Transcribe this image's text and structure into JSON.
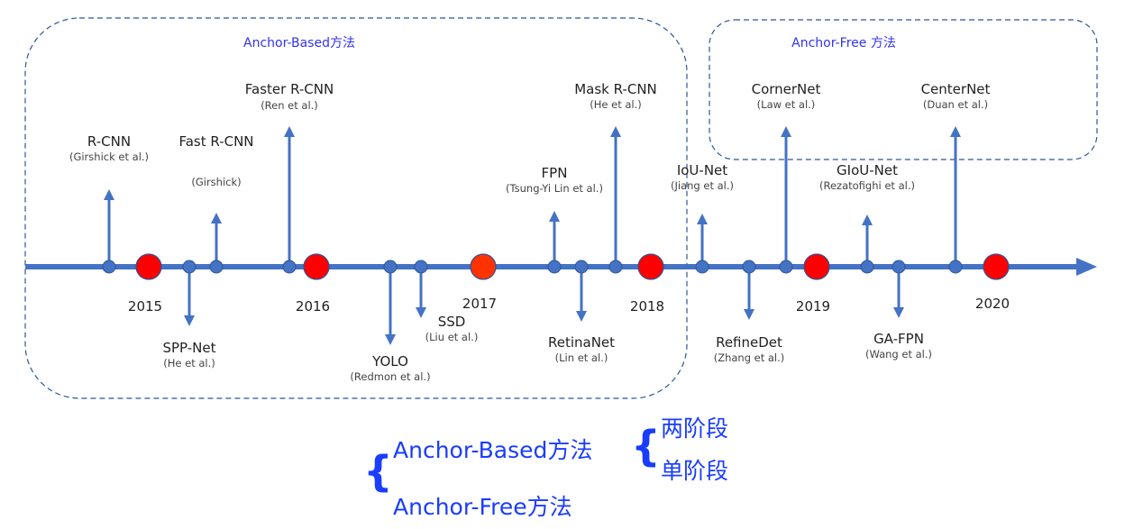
{
  "regions": [
    {
      "id": "anchor-based",
      "title": "Anchor-Based方法"
    },
    {
      "id": "anchor-free",
      "title": "Anchor-Free 方法"
    }
  ],
  "timeline": {
    "years": [
      "2015",
      "2016",
      "2017",
      "2018",
      "2019",
      "2020"
    ],
    "year_colors": [
      "#ff0000",
      "#ff0000",
      "#ff3300",
      "#ff0000",
      "#ff0000",
      "#ff0000"
    ],
    "line_color": "#4472c4",
    "events": [
      {
        "name": "R-CNN",
        "author": "(Girshick et al.)",
        "direction": "up",
        "size": "short"
      },
      {
        "name": "SPP-Net",
        "author": "(He et al.)",
        "direction": "down",
        "size": "short"
      },
      {
        "name": "Fast R-CNN",
        "author": "(Girshick)",
        "direction": "up",
        "size": "short"
      },
      {
        "name": "Faster R-CNN",
        "author": "(Ren et al.)",
        "direction": "up",
        "size": "tall"
      },
      {
        "name": "YOLO",
        "author": "(Redmon et al.)",
        "direction": "down",
        "size": "tall"
      },
      {
        "name": "SSD",
        "author": "(Liu et al.)",
        "direction": "down",
        "size": "short"
      },
      {
        "name": "FPN",
        "author": "(Tsung-Yi Lin et al.)",
        "direction": "up",
        "size": "short"
      },
      {
        "name": "RetinaNet",
        "author": "(Lin et al.)",
        "direction": "down",
        "size": "short"
      },
      {
        "name": "Mask R-CNN",
        "author": "(He et al.)",
        "direction": "up",
        "size": "tall"
      },
      {
        "name": "IoU-Net",
        "author": "(Jiang et al.)",
        "direction": "up",
        "size": "short"
      },
      {
        "name": "RefineDet",
        "author": "(Zhang et al.)",
        "direction": "down",
        "size": "short"
      },
      {
        "name": "CornerNet",
        "author": "(Law et al.)",
        "direction": "up",
        "size": "tall"
      },
      {
        "name": "GIoU-Net",
        "author": "(Rezatofighi et al.)",
        "direction": "up",
        "size": "short"
      },
      {
        "name": "GA-FPN",
        "author": "(Wang et al.)",
        "direction": "down",
        "size": "short"
      },
      {
        "name": "CenterNet",
        "author": "(Duan et al.)",
        "direction": "up",
        "size": "tall"
      }
    ]
  },
  "legend": {
    "anchor_based": "Anchor-Based方法",
    "anchor_free": "Anchor-Free方法",
    "two_stage": "两阶段",
    "one_stage": "单阶段",
    "brace_glyph": "{"
  }
}
